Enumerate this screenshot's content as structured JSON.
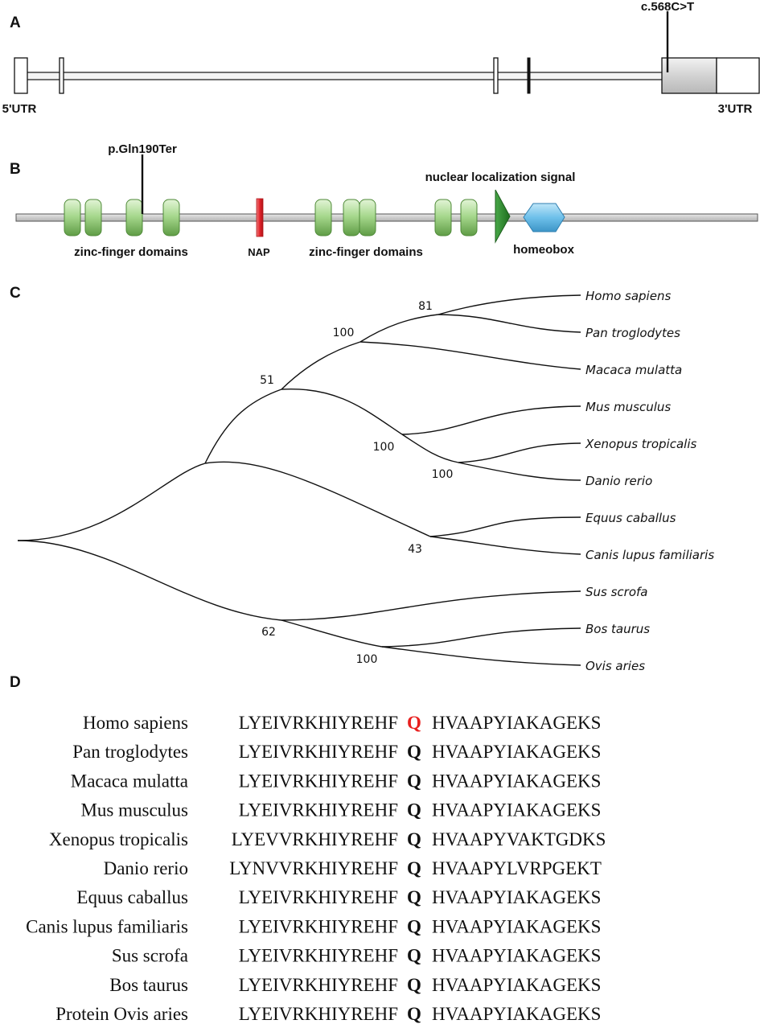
{
  "panels": {
    "a": "A",
    "b": "B",
    "c": "C",
    "d": "D"
  },
  "gene": {
    "mutation": "c.568C>T",
    "utr5": "5'UTR",
    "utr3": "3'UTR"
  },
  "protein": {
    "mutation": "p.Gln190Ter",
    "zinc_finger_left": "zinc-finger domains",
    "zinc_finger_right": "zinc-finger domains",
    "nap": "NAP",
    "nls": "nuclear localization signal",
    "homeobox": "homeobox"
  },
  "tree": {
    "species": [
      "Homo sapiens",
      "Pan troglodytes",
      "Macaca mulatta",
      "Mus musculus",
      "Xenopus tropicalis",
      "Danio rerio",
      "Equus caballus",
      "Canis lupus familiaris",
      "Sus scrofa",
      "Bos taurus",
      "Ovis aries"
    ],
    "bootstrap": [
      "81",
      "100",
      "51",
      "100",
      "100",
      "43",
      "62",
      "100"
    ]
  },
  "alignment": {
    "rows": [
      {
        "species": "Homo sapiens",
        "left": "LYEIVRKHIYREHF",
        "residue": "Q",
        "right": "HVAAPYIAKAGEKS",
        "highlight": true
      },
      {
        "species": "Pan troglodytes",
        "left": "LYEIVRKHIYREHF",
        "residue": "Q",
        "right": "HVAAPYIAKAGEKS",
        "highlight": false
      },
      {
        "species": "Macaca mulatta",
        "left": "LYEIVRKHIYREHF",
        "residue": "Q",
        "right": "HVAAPYIAKAGEKS",
        "highlight": false
      },
      {
        "species": "Mus musculus",
        "left": "LYEIVRKHIYREHF",
        "residue": "Q",
        "right": "HVAAPYIAKAGEKS",
        "highlight": false
      },
      {
        "species": "Xenopus tropicalis",
        "left": "LYEVVRKHIYREHF",
        "residue": "Q",
        "right": "HVAAPYVAKTGDKS",
        "highlight": false
      },
      {
        "species": "Danio rerio",
        "left": "LYNVVRKHIYREHF",
        "residue": "Q",
        "right": "HVAAPYLVRPGEKT",
        "highlight": false
      },
      {
        "species": "Equus caballus",
        "left": "LYEIVRKHIYREHF",
        "residue": "Q",
        "right": "HVAAPYIAKAGEKS",
        "highlight": false
      },
      {
        "species": "Canis lupus familiaris",
        "left": "LYEIVRKHIYREHF",
        "residue": "Q",
        "right": "HVAAPYIAKAGEKS",
        "highlight": false
      },
      {
        "species": "Sus scrofa",
        "left": "LYEIVRKHIYREHF",
        "residue": "Q",
        "right": "HVAAPYIAKAGEKS",
        "highlight": false
      },
      {
        "species": "Bos taurus",
        "left": "LYEIVRKHIYREHF",
        "residue": "Q",
        "right": "HVAAPYIAKAGEKS",
        "highlight": false
      },
      {
        "species": "Protein Ovis aries",
        "left": "LYEIVRKHIYREHF",
        "residue": "Q",
        "right": "HVAAPYIAKAGEKS",
        "highlight": false
      }
    ]
  },
  "colors": {
    "highlight": "#e8201f",
    "zinc_finger_fill": "#8fc977",
    "nap": "#e2232a",
    "nls": "#2e8b2e",
    "homeobox": "#6ec0ea",
    "backbone": "#c8c8c8"
  }
}
